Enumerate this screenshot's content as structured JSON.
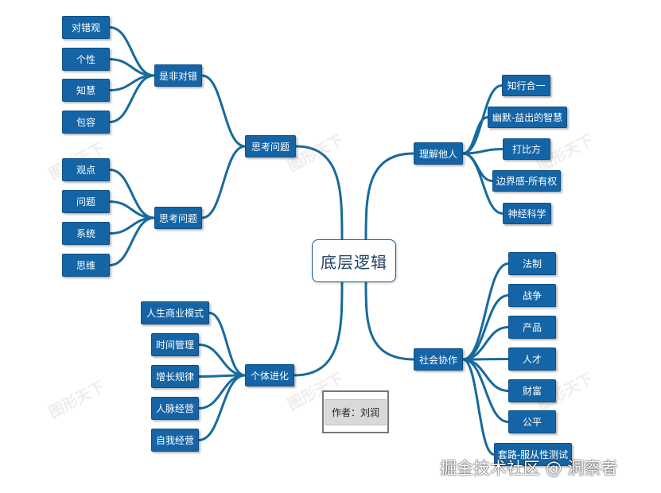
{
  "root": {
    "label": "底层逻辑"
  },
  "branches": [
    {
      "key": "thinking-1",
      "label": "思考问题",
      "children": [
        {
          "label": "是非对错",
          "children": [
            "对错观",
            "个性",
            "知慧",
            "包容"
          ]
        },
        {
          "label": "思考问题",
          "children": [
            "观点",
            "问题",
            "系统",
            "思维"
          ]
        }
      ]
    },
    {
      "key": "understanding",
      "label": "理解他人",
      "children": [
        {
          "label": "知行合一"
        },
        {
          "label": "幽默-益出的智慧"
        },
        {
          "label": "打比方"
        },
        {
          "label": "边界感-所有权"
        },
        {
          "label": "神经科学"
        }
      ]
    },
    {
      "key": "evolution",
      "label": "个体进化",
      "children": [
        {
          "label": "人生商业模式"
        },
        {
          "label": "时间管理"
        },
        {
          "label": "增长规律"
        },
        {
          "label": "人脉经营"
        },
        {
          "label": "自我经营"
        }
      ]
    },
    {
      "key": "collaboration",
      "label": "社会协作",
      "children": [
        {
          "label": "法制"
        },
        {
          "label": "战争"
        },
        {
          "label": "产品"
        },
        {
          "label": "人才"
        },
        {
          "label": "财富"
        },
        {
          "label": "公平"
        },
        {
          "label": "套路-服从性测试"
        }
      ]
    }
  ],
  "author": {
    "text": "作者：刘润"
  },
  "watermark": {
    "text": "图形天下"
  },
  "credit": {
    "text": "掘金技术社区 @ 洞察者"
  },
  "colors": {
    "node_fill": "#1565a6",
    "edge": "#176a9c",
    "root_border": "#1a5b8f"
  }
}
